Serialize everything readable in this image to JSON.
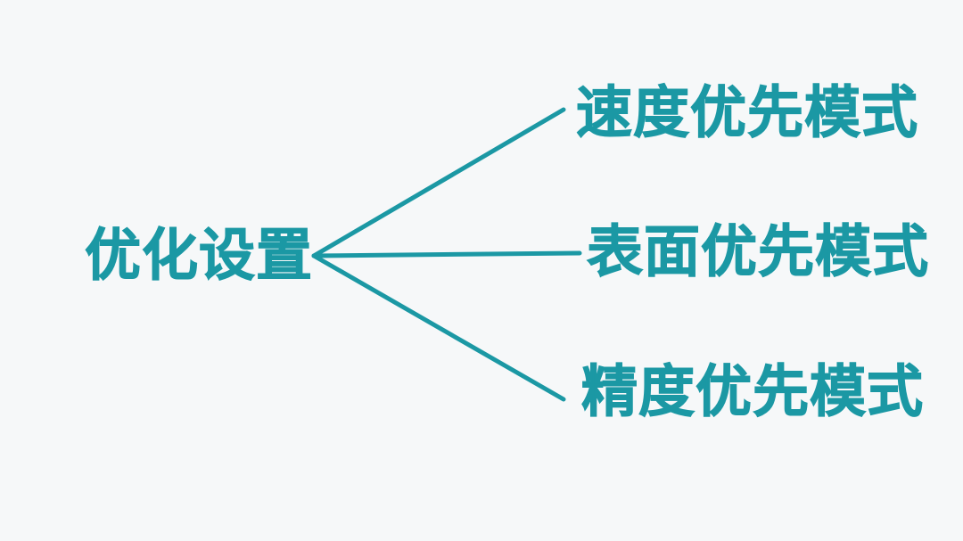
{
  "diagram": {
    "type": "mindmap",
    "root": {
      "label": "优化设置"
    },
    "branches": [
      {
        "label": "速度优先模式"
      },
      {
        "label": "表面优先模式"
      },
      {
        "label": "精度优先模式"
      }
    ],
    "colors": {
      "accent": "#1b98a4",
      "background": "#f6f8f9"
    }
  }
}
